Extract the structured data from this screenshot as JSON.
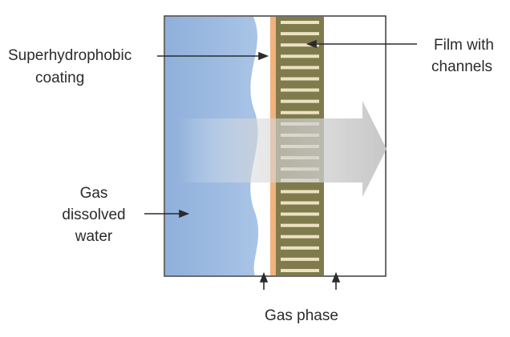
{
  "labels": {
    "coating": [
      "Superhydrophobic",
      "coating"
    ],
    "film": [
      "Film with",
      "channels"
    ],
    "water": [
      "Gas",
      "dissolved",
      "water"
    ],
    "gas_phase": "Gas phase"
  },
  "colors": {
    "water": "#9ab8de",
    "coating": "#ffffff",
    "coating_edge": "#f2b27e",
    "film": "#7f7b4c",
    "channel": "#ece2c2",
    "arrow": "#c8c8c8",
    "frame": "#3a3a3a",
    "text": "#2b2b2b"
  },
  "film": {
    "channel_count": 23
  }
}
